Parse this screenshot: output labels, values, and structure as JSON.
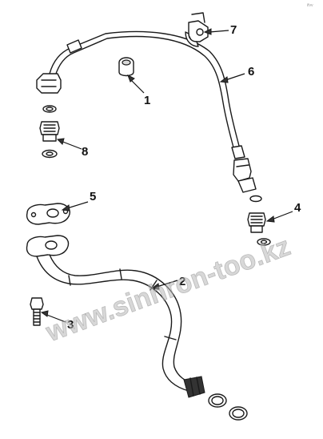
{
  "callouts": [
    {
      "id": "1",
      "label": "1"
    },
    {
      "id": "2",
      "label": "2"
    },
    {
      "id": "3",
      "label": "3"
    },
    {
      "id": "4",
      "label": "4"
    },
    {
      "id": "5",
      "label": "5"
    },
    {
      "id": "6",
      "label": "6"
    },
    {
      "id": "7",
      "label": "7"
    },
    {
      "id": "8",
      "label": "8"
    }
  ],
  "watermark": {
    "text": "www.sinhron-too.kz"
  },
  "corner_mark": {
    "text": "ifvv"
  }
}
